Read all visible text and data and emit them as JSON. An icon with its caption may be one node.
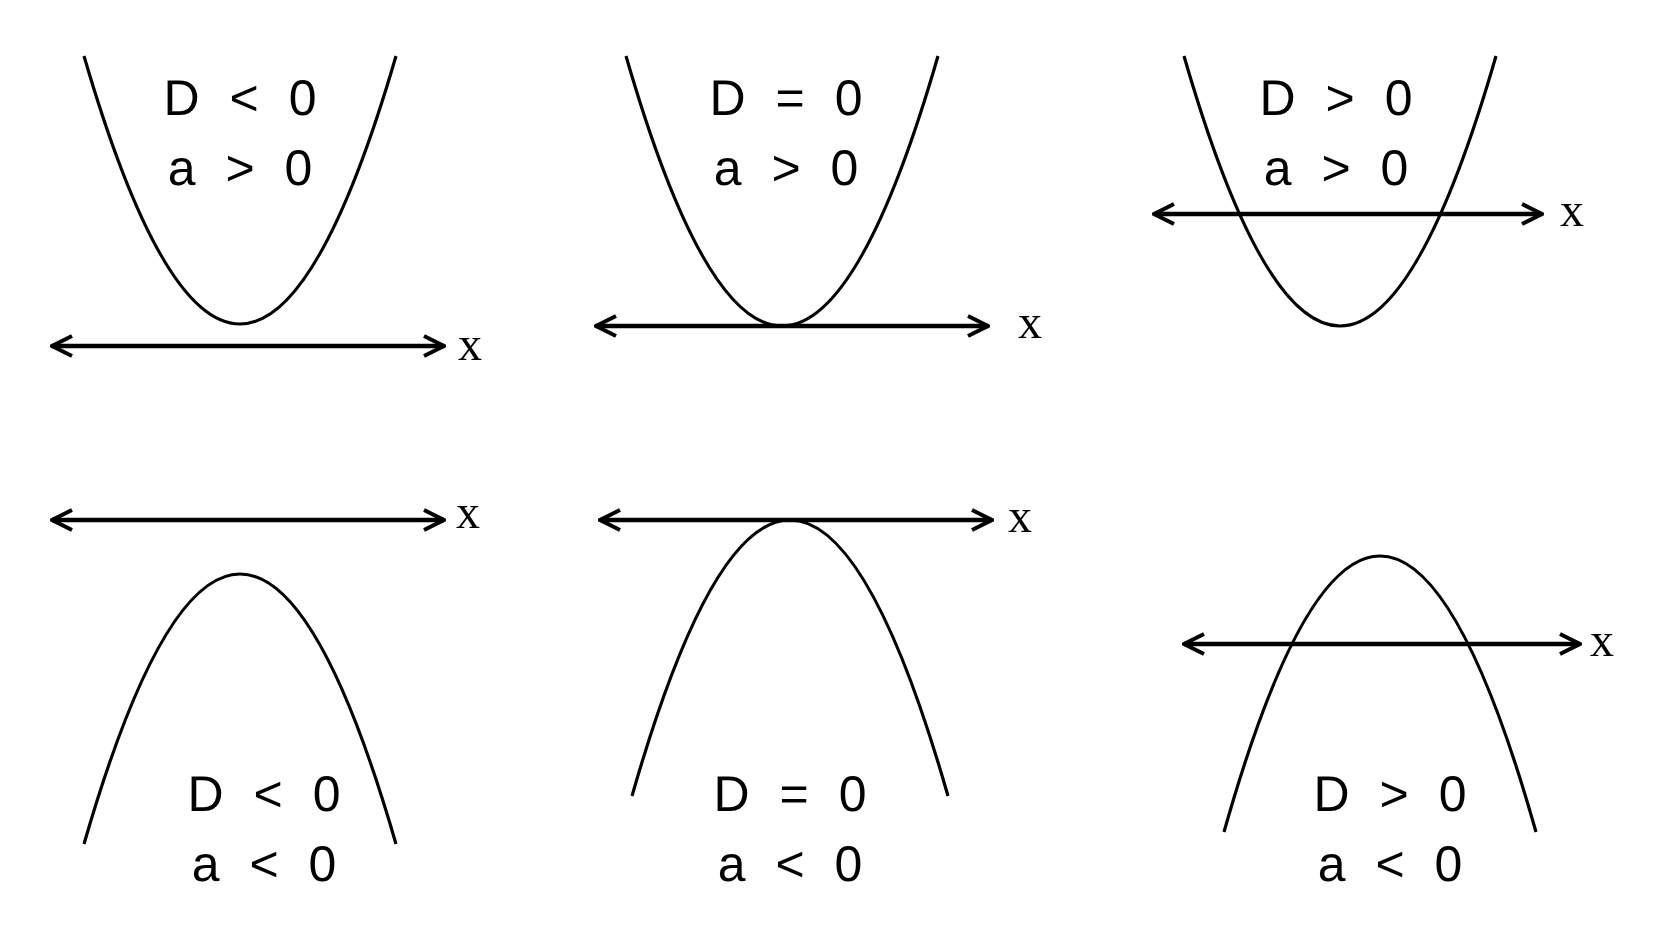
{
  "diagram": {
    "labels": [
      "D < 0",
      "a > 0",
      "x",
      "D = 0",
      "a > 0",
      "x",
      "D > 0",
      "a > 0",
      "x",
      "x",
      "D < 0",
      "a < 0",
      "x",
      "D = 0",
      "a < 0",
      "x",
      "D > 0",
      "a < 0"
    ]
  }
}
